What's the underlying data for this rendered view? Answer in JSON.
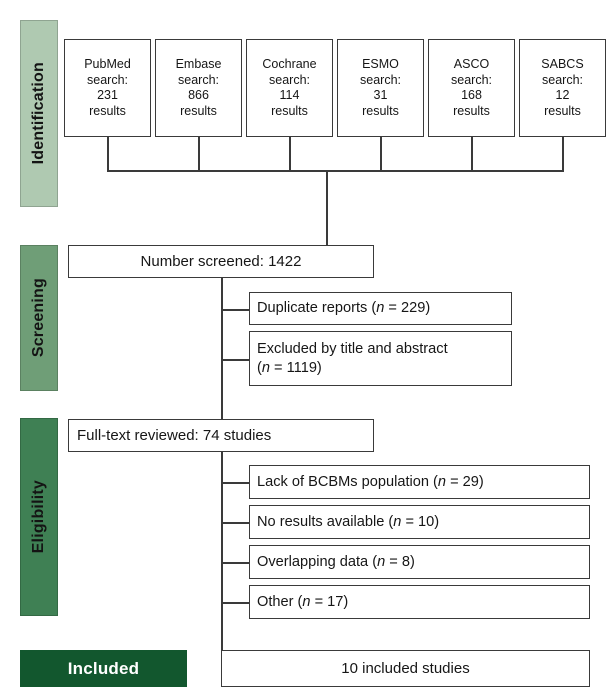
{
  "diagram": {
    "title": "PRISMA study selection flow diagram",
    "colors": {
      "identification_band": "#afc9b1",
      "screening_band": "#6f9e77",
      "eligibility_band": "#3f8054",
      "included_band": "#12572e",
      "box_border": "#3a3a3a",
      "box_fill": "#ffffff",
      "text": "#161616",
      "included_text": "#ffffff"
    }
  },
  "stages": {
    "identification": {
      "label": "Identification"
    },
    "screening": {
      "label": "Screening"
    },
    "eligibility": {
      "label": "Eligibility"
    },
    "included": {
      "label": "Included"
    }
  },
  "identification": {
    "sources": [
      {
        "name": "PubMed",
        "line1": "PubMed",
        "line2": "search:",
        "count": "231",
        "line4": "results"
      },
      {
        "name": "Embase",
        "line1": "Embase",
        "line2": "search:",
        "count": "866",
        "line4": "results"
      },
      {
        "name": "Cochrane",
        "line1": "Cochrane",
        "line2": "search:",
        "count": "114",
        "line4": "results"
      },
      {
        "name": "ESMO",
        "line1": "ESMO",
        "line2": "search:",
        "count": "31",
        "line4": "results"
      },
      {
        "name": "ASCO",
        "line1": "ASCO",
        "line2": "search:",
        "count": "168",
        "line4": "results"
      },
      {
        "name": "SABCS",
        "line1": "SABCS",
        "line2": "search:",
        "count": "12",
        "line4": "results"
      }
    ]
  },
  "screening": {
    "screened_box": "Number screened: 1422",
    "exclusions": [
      {
        "text_before": "Duplicate reports (",
        "n_label": "n",
        "text_after": " = 229)"
      },
      {
        "text_before": "Excluded by title and abstract",
        "n_label": "n",
        "text_after": " = 1119)",
        "second_line_prefix": "("
      }
    ]
  },
  "eligibility": {
    "fulltext_box": "Full-text reviewed: 74 studies",
    "exclusions": [
      {
        "text_before": "Lack of BCBMs population (",
        "n_label": "n",
        "text_after": " = 29)"
      },
      {
        "text_before": "No results available (",
        "n_label": "n",
        "text_after": " = 10)"
      },
      {
        "text_before": "Overlapping data (",
        "n_label": "n",
        "text_after": " = 8)"
      },
      {
        "text_before": "Other (",
        "n_label": "n",
        "text_after": " = 17)"
      }
    ]
  },
  "included": {
    "result_box": "10 included studies"
  },
  "chart_data": {
    "type": "diagram",
    "title": "PRISMA flow diagram of study selection",
    "nodes": [
      {
        "stage": "Identification",
        "label": "PubMed search: 231 results",
        "value": 231
      },
      {
        "stage": "Identification",
        "label": "Embase search: 866 results",
        "value": 866
      },
      {
        "stage": "Identification",
        "label": "Cochrane search: 114 results",
        "value": 114
      },
      {
        "stage": "Identification",
        "label": "ESMO search: 31 results",
        "value": 31
      },
      {
        "stage": "Identification",
        "label": "ASCO search: 168 results",
        "value": 168
      },
      {
        "stage": "Identification",
        "label": "SABCS search: 12 results",
        "value": 12
      },
      {
        "stage": "Screening",
        "label": "Number screened",
        "value": 1422
      },
      {
        "stage": "Screening",
        "label": "Duplicate reports",
        "value": 229
      },
      {
        "stage": "Screening",
        "label": "Excluded by title and abstract",
        "value": 1119
      },
      {
        "stage": "Eligibility",
        "label": "Full-text reviewed",
        "value": 74
      },
      {
        "stage": "Eligibility",
        "label": "Lack of BCBMs population",
        "value": 29
      },
      {
        "stage": "Eligibility",
        "label": "No results available",
        "value": 10
      },
      {
        "stage": "Eligibility",
        "label": "Overlapping data",
        "value": 8
      },
      {
        "stage": "Eligibility",
        "label": "Other",
        "value": 17
      },
      {
        "stage": "Included",
        "label": "Included studies",
        "value": 10
      }
    ]
  }
}
